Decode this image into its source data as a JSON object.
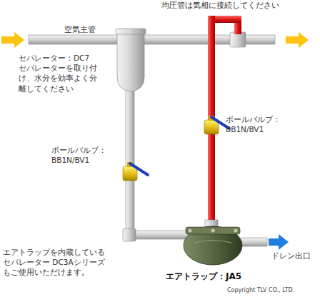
{
  "diagram": {
    "labels": [
      "均圧管は気相に接続してください",
      "空気主管",
      "セパレーター：DC7 セパレーターを取り付け、水分を効率よく分離してください",
      "ボールバルブ： BB1N/BV1",
      "ボールバルブ： BB1N/BV1",
      "エアトラップを内蔵しているセパレーター DC3Aシリーズもご使用いただけます。",
      "エアトラップ：JA5",
      "ドレン出口",
      "Copyright TLV CO., LTD."
    ]
  }
}
